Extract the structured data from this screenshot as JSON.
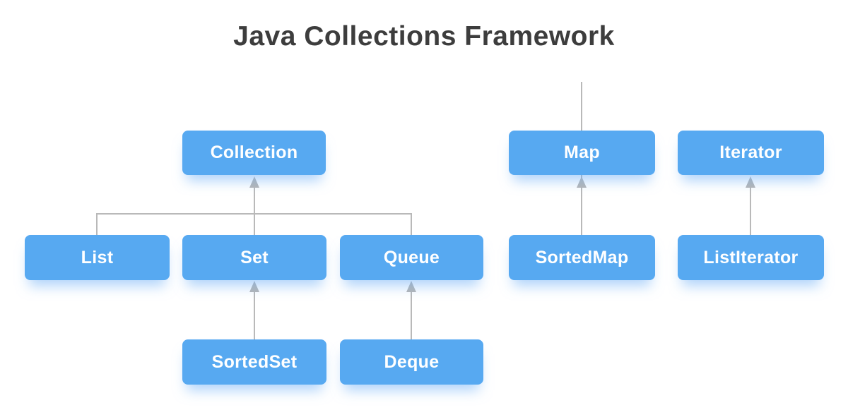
{
  "title": "Java Collections Framework",
  "colors": {
    "node_fill": "#57a9f1",
    "node_text": "#ffffff",
    "edge_line": "#b9b9b9",
    "arrowhead": "#b5b5b5",
    "title_text": "#3d3d3d",
    "background": "#ffffff"
  },
  "nodes": {
    "collection": {
      "label": "Collection"
    },
    "map": {
      "label": "Map"
    },
    "iterator": {
      "label": "Iterator"
    },
    "list": {
      "label": "List"
    },
    "set": {
      "label": "Set"
    },
    "queue": {
      "label": "Queue"
    },
    "sortedmap": {
      "label": "SortedMap"
    },
    "listiterator": {
      "label": "ListIterator"
    },
    "sortedset": {
      "label": "SortedSet"
    },
    "deque": {
      "label": "Deque"
    }
  },
  "edges": [
    {
      "from": "List",
      "to": "Collection",
      "style": "bracket"
    },
    {
      "from": "Set",
      "to": "Collection",
      "style": "arrow"
    },
    {
      "from": "Queue",
      "to": "Collection",
      "style": "bracket"
    },
    {
      "from": "SortedSet",
      "to": "Set",
      "style": "arrow"
    },
    {
      "from": "Deque",
      "to": "Queue",
      "style": "arrow"
    },
    {
      "from": "SortedMap",
      "to": "Map",
      "style": "arrow"
    },
    {
      "from": "ListIterator",
      "to": "Iterator",
      "style": "arrow"
    }
  ]
}
